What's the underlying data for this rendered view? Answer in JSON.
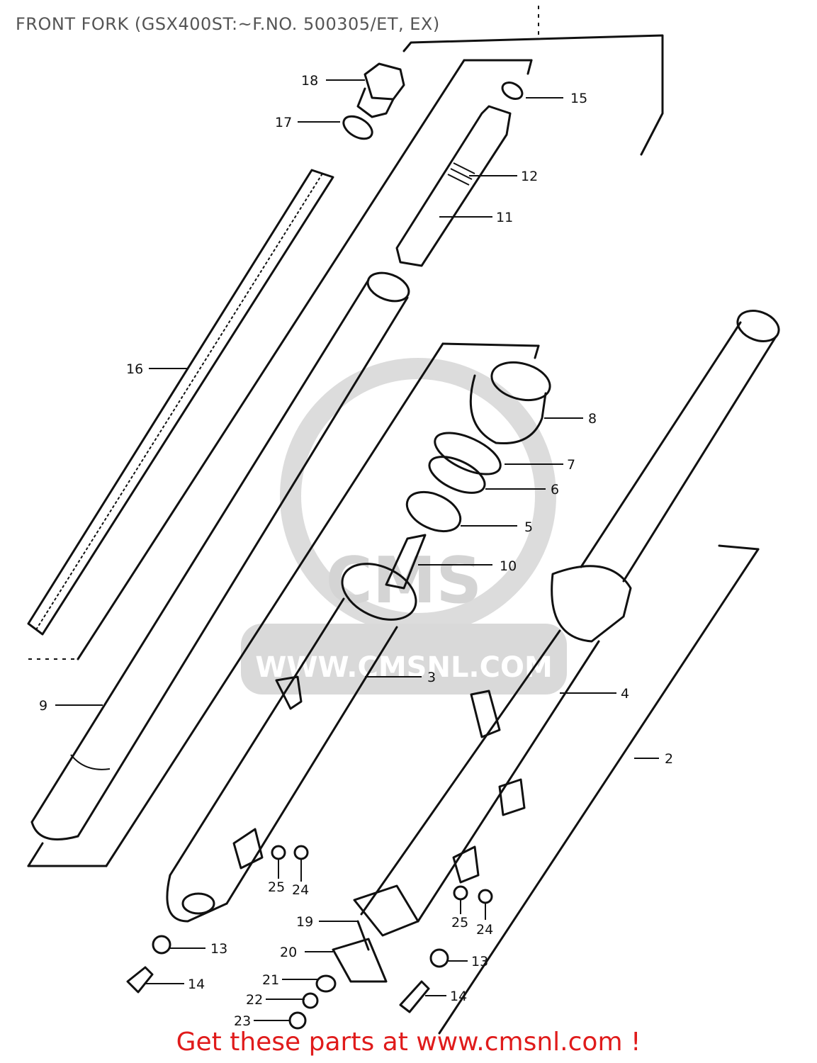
{
  "title": "FRONT FORK (GSX400ST:~F.NO. 500305/ET, EX)",
  "footer": "Get these parts at www.cmsnl.com !",
  "watermark": {
    "text": "CMS",
    "url": "WWW.CMSNL.COM"
  },
  "parts": {
    "p2": "2",
    "p3": "3",
    "p4": "4",
    "p5": "5",
    "p6": "6",
    "p7": "7",
    "p8": "8",
    "p9": "9",
    "p10": "10",
    "p11": "11",
    "p12": "12",
    "p13a": "13",
    "p13b": "13",
    "p14a": "14",
    "p14b": "14",
    "p15": "15",
    "p16": "16",
    "p17": "17",
    "p18": "18",
    "p19": "19",
    "p20": "20",
    "p21": "21",
    "p22": "22",
    "p23": "23",
    "p24a": "24",
    "p24b": "24",
    "p25a": "25",
    "p25b": "25"
  }
}
